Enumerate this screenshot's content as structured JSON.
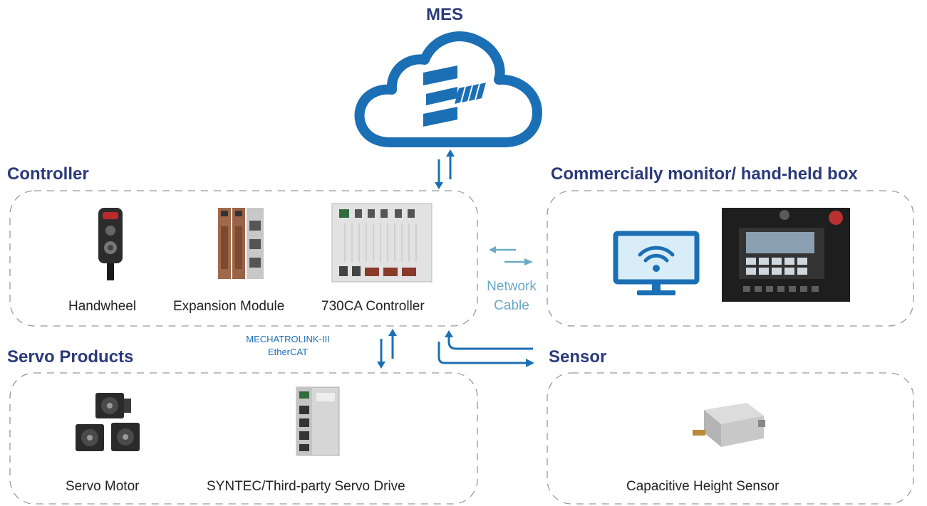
{
  "top": {
    "title": "MES"
  },
  "sections": {
    "controller": {
      "title": "Controller",
      "items": [
        "Handwheel",
        "Expansion Module",
        "730CA Controller"
      ]
    },
    "monitor": {
      "title": "Commercially monitor/ hand-held box"
    },
    "servo": {
      "title": "Servo Products",
      "items": [
        "Servo Motor",
        "SYNTEC/Third-party Servo Drive"
      ]
    },
    "sensor": {
      "title": "Sensor",
      "items": [
        "Capacitive Height Sensor"
      ]
    }
  },
  "connections": {
    "network": {
      "line1": "Network",
      "line2": "Cable"
    },
    "protocol": {
      "line1": "MECHATROLINK-III",
      "line2": "EtherCAT"
    }
  },
  "colors": {
    "title": "#2b3a7a",
    "accent": "#1b6fb5",
    "network": "#6aa9c8",
    "border": "#9a9a9a"
  }
}
